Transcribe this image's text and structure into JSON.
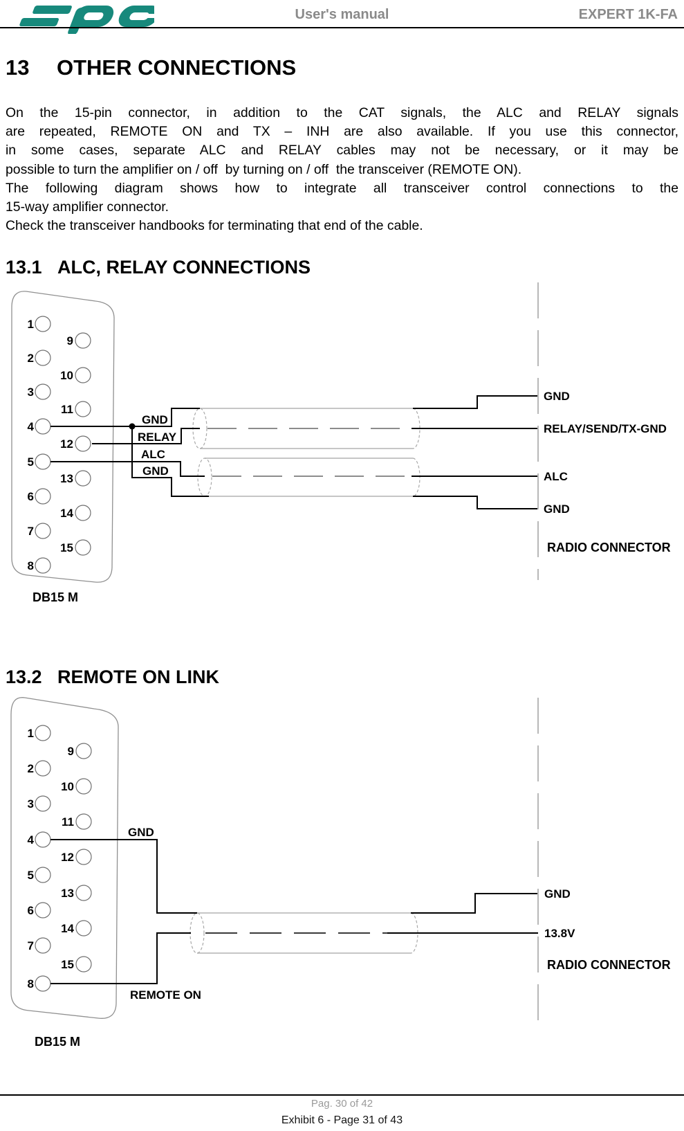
{
  "header": {
    "doc_title": "User's manual",
    "product": "EXPERT 1K-FA",
    "logo_name": "spe-logo"
  },
  "heading": {
    "number": "13",
    "title": "OTHER CONNECTIONS"
  },
  "paragraph": {
    "lines": [
      "On the 15-pin connector, in addition to the CAT signals, the ALC and RELAY signals",
      "are repeated, REMOTE ON and TX – INH are also available. If you use this connector,",
      "in some cases, separate ALC and RELAY cables may not be necessary, or it may be",
      "possible to turn the amplifier on / off  by turning on / off  the transceiver (REMOTE ON).",
      "The following diagram shows how to integrate all transceiver control connections to the",
      "15-way amplifier connector.",
      "Check the transceiver handbooks for terminating that end of the cable."
    ]
  },
  "section1": {
    "number": "13.1",
    "title": "ALC, RELAY CONNECTIONS"
  },
  "section2": {
    "number": "13.2",
    "title": "REMOTE ON LINK"
  },
  "diagram1": {
    "pins": [
      "1",
      "2",
      "3",
      "4",
      "5",
      "6",
      "7",
      "8",
      "9",
      "10",
      "11",
      "12",
      "13",
      "14",
      "15"
    ],
    "connector_label": "DB15 M",
    "wire_labels": {
      "gnd_top": "GND",
      "relay": "RELAY",
      "alc": "ALC",
      "gnd_bottom": "GND"
    },
    "radio_labels": {
      "gnd_top": "GND",
      "relay": "RELAY/SEND/TX-GND",
      "alc": "ALC",
      "gnd_bottom": "GND",
      "connector": "RADIO CONNECTOR"
    }
  },
  "diagram2": {
    "pins": [
      "1",
      "2",
      "3",
      "4",
      "5",
      "6",
      "7",
      "8",
      "9",
      "10",
      "11",
      "12",
      "13",
      "14",
      "15"
    ],
    "connector_label": "DB15 M",
    "wire_labels": {
      "gnd": "GND",
      "remote_on": "REMOTE ON"
    },
    "radio_labels": {
      "gnd": "GND",
      "v138": "13.8V",
      "connector": "RADIO CONNECTOR"
    }
  },
  "footer": {
    "page": "Pag. 30 of 42",
    "exhibit": "Exhibit 6 - Page 31 of 43"
  },
  "colors": {
    "logo_teal": "#17897c",
    "header_gray": "#8a8a8a"
  }
}
